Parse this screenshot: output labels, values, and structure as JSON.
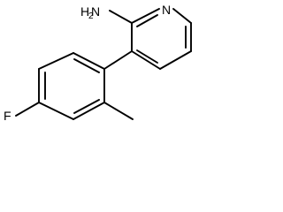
{
  "molecule": {
    "atoms": {
      "amine_n": "N",
      "amine_h": "H",
      "amine_h_count": "2",
      "ring_n": "N",
      "fluorine": "F"
    }
  }
}
